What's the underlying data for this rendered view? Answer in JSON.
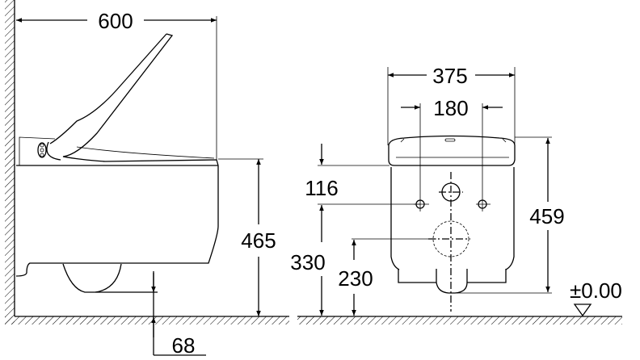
{
  "side_view": {
    "width_label": "600",
    "seat_height_label": "465",
    "underside_clearance_label": "68"
  },
  "front_view": {
    "width_label": "375",
    "fixing_spacing_label": "180",
    "seat_to_fixing_label": "116",
    "fixing_height_label": "330",
    "outlet_height_label": "230",
    "total_height_label": "459",
    "floor_level_label": "±0.00"
  }
}
